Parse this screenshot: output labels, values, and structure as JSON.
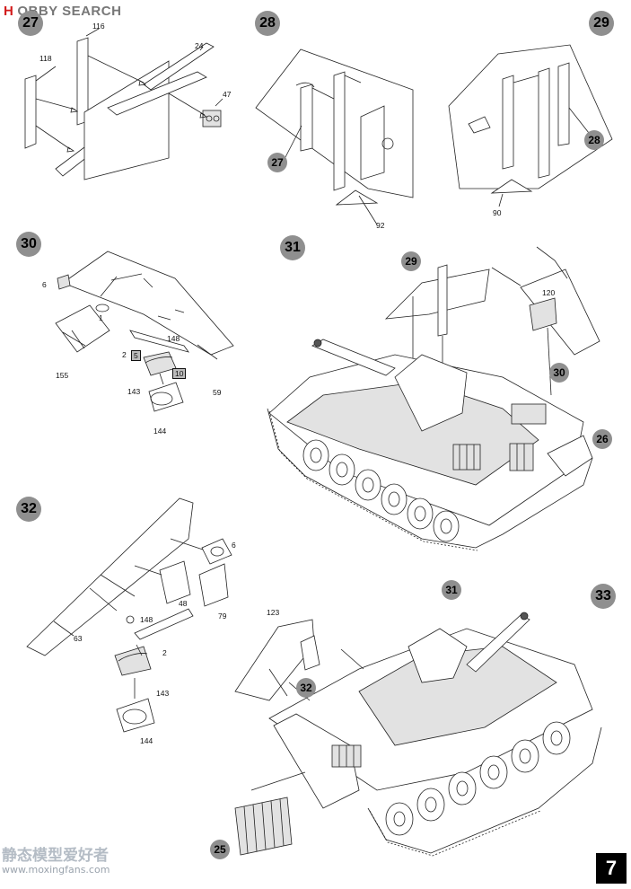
{
  "header": {
    "logo_mark": "H",
    "logo_text": "OBBY SEARCH"
  },
  "watermark": {
    "title": "静态模型爱好者",
    "url": "www.moxingfans.com"
  },
  "page_number": "7",
  "steps": {
    "s27": {
      "number": "27",
      "parts": [
        "116",
        "118",
        "24",
        "47"
      ]
    },
    "s28": {
      "number": "28",
      "ref": "27",
      "parts": [
        "92"
      ]
    },
    "s29": {
      "number": "29",
      "ref": "28",
      "parts": [
        "90"
      ]
    },
    "s30": {
      "number": "30",
      "parts": [
        "6",
        "1",
        "148",
        "2",
        "5",
        "10",
        "155",
        "143",
        "144",
        "59"
      ]
    },
    "s31": {
      "number": "31",
      "refs": [
        "29",
        "30",
        "26"
      ],
      "parts": [
        "120"
      ]
    },
    "s32": {
      "number": "32",
      "parts": [
        "6",
        "48",
        "79",
        "148",
        "2",
        "63",
        "143",
        "144"
      ]
    },
    "s33": {
      "number": "33",
      "refs": [
        "31",
        "32",
        "25"
      ],
      "parts": [
        "123"
      ]
    }
  }
}
